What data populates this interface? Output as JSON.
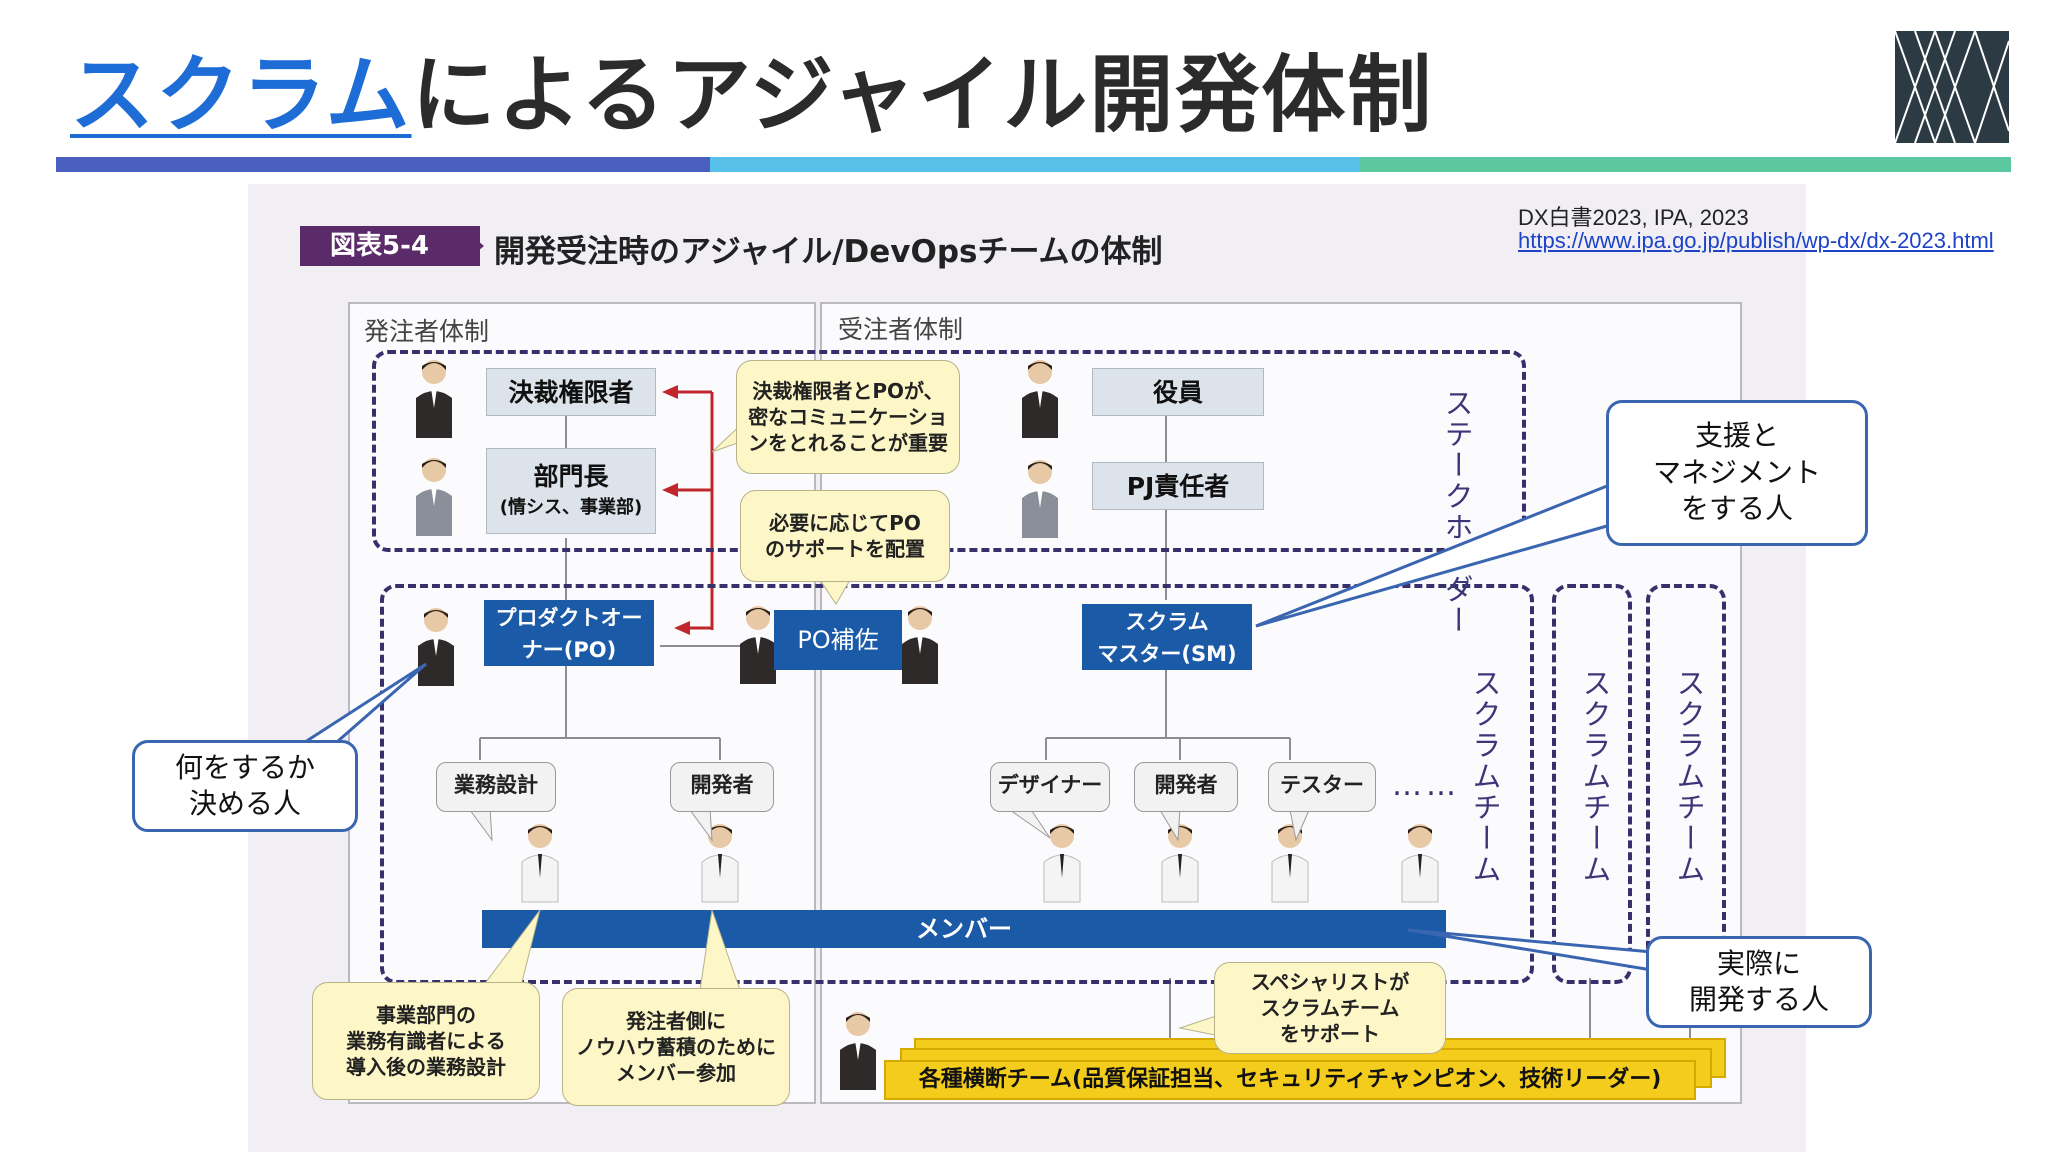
{
  "title": {
    "link_part": "スクラム",
    "rest": "によるアジャイル開発体制"
  },
  "accent_colors": [
    "#4a5fc0",
    "#58c1ea",
    "#5bc8a0"
  ],
  "logo_icon": "lattice-logo-icon",
  "source": {
    "citation": "DX白書2023, IPA, 2023",
    "url": "https://www.ipa.go.jp/publish/wp-dx/dx-2023.html"
  },
  "figure": {
    "badge": "図表5-4",
    "title": "開発受注時のアジャイル/DevOpsチームの体制",
    "client_panel_label": "発注者体制",
    "vendor_panel_label": "受注者体制",
    "stakeholder_label": "ステークホルダー",
    "scrum_team_label": "スクラムチーム",
    "client_roles": {
      "approver": "決裁権限者",
      "dept_head": "部門長",
      "dept_head_sub": "(情シス、事業部)"
    },
    "vendor_roles": {
      "executive": "役員",
      "pj_manager": "PJ責任者"
    },
    "po": {
      "line1": "プロダクトオー",
      "line2": "ナー(PO)"
    },
    "po_assist": "PO補佐",
    "sm": {
      "line1": "スクラム",
      "line2": "マスター(SM)"
    },
    "member_roles": [
      "業務設計",
      "開発者",
      "デザイナー",
      "開発者",
      "テスター"
    ],
    "ellipsis": "……",
    "members_bar": "メンバー",
    "cross_team": "各種横断チーム(品質保証担当、セキュリティチャンピオン、技術リーダー)",
    "notes": {
      "communication": "決裁権限者とPOが、\n密なコミュニケーショ\nンをとれることが重要",
      "po_support": "必要に応じてPO\nのサポートを配置",
      "business_design": "事業部門の\n業務有識者による\n導入後の業務設計",
      "knowhow": "発注者側に\nノウハウ蓄積のために\nメンバー参加",
      "specialist": "スペシャリストが\nスクラムチーム\nをサポート"
    }
  },
  "annotations": {
    "support": "支援と\nマネジメント\nをする人",
    "decide": "何をするか\n決める人",
    "implement": "実際に\n開発する人"
  }
}
